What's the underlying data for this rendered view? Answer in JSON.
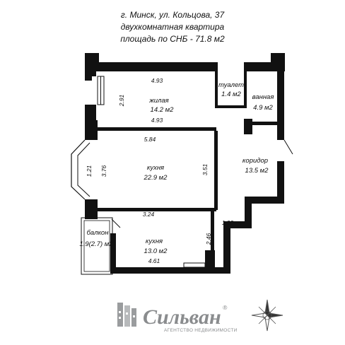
{
  "header": {
    "address": "г. Минск, ул. Кольцова, 37",
    "type": "двухкомнатная квартира",
    "area": "площадь по СНБ - 71.8 м2"
  },
  "rooms": {
    "living": {
      "name": "жилая",
      "area": "14.2 м2"
    },
    "toilet": {
      "name": "туалет",
      "area": "1.4 м2"
    },
    "bath": {
      "name": "ванная",
      "area": "4.9 м2"
    },
    "kitchen_big": {
      "name": "кухня",
      "area": "22.9 м2"
    },
    "corridor": {
      "name": "коридор",
      "area": "13.5 м2"
    },
    "balcony": {
      "name": "балкон",
      "area": "1.9(2.7) м2"
    },
    "kitchen_small": {
      "name": "кухня",
      "area": "13.0 м2"
    }
  },
  "dimensions": {
    "living_top": "4.93",
    "living_bottom": "4.93",
    "living_side": "2.91",
    "kitchen_top": "5.84",
    "kitchen_left_bay": "1.21",
    "kitchen_left": "3.76",
    "kitchen_right": "3.51",
    "kitchen2_top": "3.24",
    "kitchen2_side": "2.46",
    "kitchen2_step": "1.22",
    "kitchen2_bottom": "4.61"
  },
  "logo": {
    "name": "Сильван",
    "registered": "®",
    "tagline": "АГЕНТСТВО НЕДВИЖИМОСТИ"
  }
}
